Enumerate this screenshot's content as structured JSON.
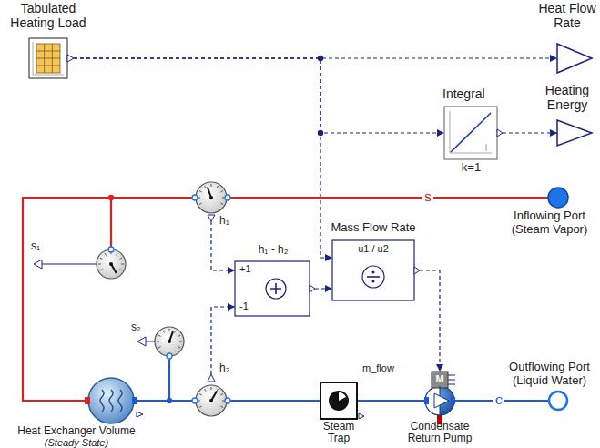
{
  "diagram": {
    "nodes": [
      {
        "text": [
          "Tabulated Heating Load"
        ]
      },
      {
        "text": [
          "Heat Flow Rate"
        ]
      },
      {
        "text": [
          "Integral",
          "k=1"
        ]
      },
      {
        "text": [
          "Heating Energy"
        ]
      },
      {
        "text": [
          "h₁"
        ]
      },
      {
        "text": [
          "Inflowing Port (Steam Vapor)"
        ]
      },
      {
        "text": [
          "s₁"
        ]
      },
      {
        "text": [
          "h₁ - h₂",
          "+1",
          "-1"
        ]
      },
      {
        "text": [
          "Mass Flow Rate",
          "u1 / u2"
        ]
      },
      {
        "text": [
          "s₂"
        ]
      },
      {
        "text": [
          "Heat Exchanger Volume",
          "(Steady State)"
        ]
      },
      {
        "text": [
          "h₂"
        ]
      },
      {
        "text": [
          "Steam Trap"
        ]
      },
      {
        "text": [
          "m_flow",
          "M",
          "Condensate Return Pump"
        ]
      },
      {
        "text": [
          "Outflowing Port (Liquid Water)"
        ]
      }
    ],
    "edges": [
      {
        "from": 0,
        "to": 1,
        "arrow": "to"
      },
      {
        "from": 0,
        "to": 2,
        "arrow": "to"
      },
      {
        "from": 0,
        "to": 8,
        "arrow": "to"
      },
      {
        "from": 2,
        "to": 3,
        "arrow": "to"
      },
      {
        "from": 4,
        "to": 7,
        "arrow": "to"
      },
      {
        "from": 11,
        "to": 7,
        "arrow": "to"
      },
      {
        "from": 7,
        "to": 8,
        "arrow": "to"
      },
      {
        "from": 8,
        "to": 13,
        "arrow": "to"
      },
      {
        "from": 4,
        "to": 5,
        "label": "s",
        "arrow": "none"
      },
      {
        "from": 4,
        "to": 10,
        "arrow": "none"
      },
      {
        "from": 6,
        "to": 4,
        "arrow": "none"
      },
      {
        "from": 10,
        "to": 11,
        "arrow": "none"
      },
      {
        "from": 9,
        "to": 11,
        "arrow": "none"
      },
      {
        "from": 11,
        "to": 12,
        "arrow": "none"
      },
      {
        "from": 12,
        "to": 13,
        "arrow": "none"
      },
      {
        "from": 13,
        "to": 14,
        "label": "c",
        "arrow": "none"
      }
    ]
  }
}
